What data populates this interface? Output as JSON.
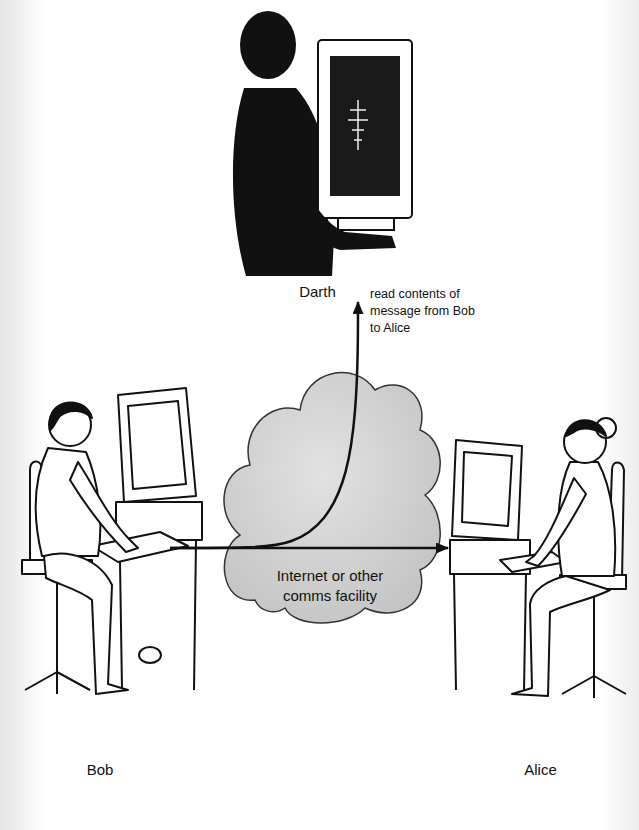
{
  "diagram": {
    "nodes": [
      {
        "text": [
          "Darth"
        ]
      },
      {
        "text": [
          "Bob"
        ]
      },
      {
        "text": [
          "Internet or other comms facility"
        ]
      },
      {
        "text": [
          "Alice"
        ]
      }
    ],
    "edges": [
      {
        "from": 1,
        "to": 3,
        "arrow": "to"
      },
      {
        "from": 1,
        "to": 0,
        "label": "read contents of message from Bob to Alice",
        "arrow": "to"
      }
    ]
  }
}
